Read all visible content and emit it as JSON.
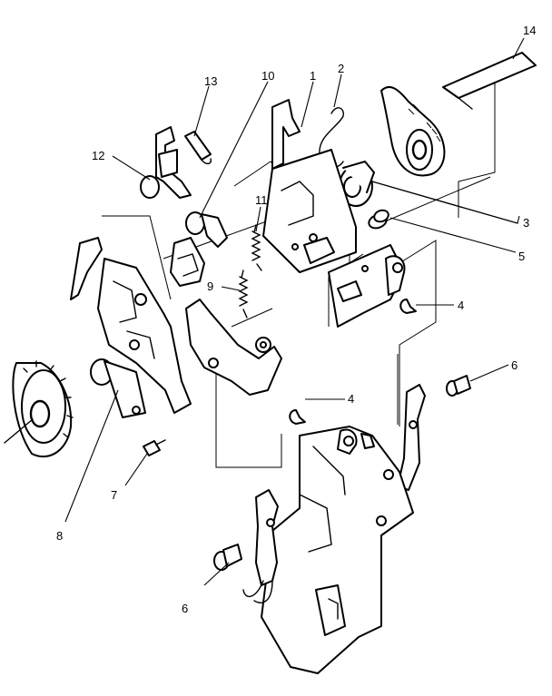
{
  "callouts": [
    {
      "id": "c1",
      "label": "1"
    },
    {
      "id": "c2",
      "label": "2"
    },
    {
      "id": "c3",
      "label": "3"
    },
    {
      "id": "c4a",
      "label": "4"
    },
    {
      "id": "c4b",
      "label": "4"
    },
    {
      "id": "c5",
      "label": "5"
    },
    {
      "id": "c6a",
      "label": "6"
    },
    {
      "id": "c6b",
      "label": "6"
    },
    {
      "id": "c7",
      "label": "7"
    },
    {
      "id": "c8",
      "label": "8"
    },
    {
      "id": "c9",
      "label": "9"
    },
    {
      "id": "c10",
      "label": "10"
    },
    {
      "id": "c11",
      "label": "11"
    },
    {
      "id": "c12",
      "label": "12"
    },
    {
      "id": "c13",
      "label": "13"
    },
    {
      "id": "c14",
      "label": "14"
    }
  ]
}
